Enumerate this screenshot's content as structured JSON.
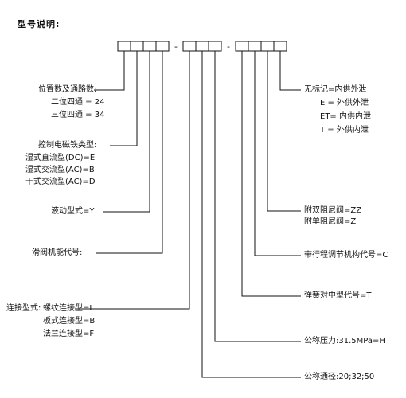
{
  "title": "型号说明:",
  "separators": [
    "-",
    "-"
  ],
  "left_items": {
    "position": {
      "header": "位置数及通路数:",
      "lines": [
        "二位四通 = 24",
        "三位四通 = 34"
      ]
    },
    "solenoid": {
      "header": "控制电磁铁类型:",
      "lines": [
        "湿式直流型(DC)=E",
        "湿式交流型(AC)=B",
        "干式交流型(AC)=D"
      ]
    },
    "hydraulic": {
      "label": "液动型式=Y"
    },
    "spool": {
      "label": "滑阀机能代号:"
    },
    "connection": {
      "header": "连接型式:",
      "lines": [
        "螺纹连接型=L",
        "板式连接型=B",
        "法兰连接型=F"
      ]
    }
  },
  "right_items": {
    "mark": {
      "lines": [
        "无标记=内供外泄",
        "E = 外供外泄",
        "ET= 内供内泄",
        "T = 外供内泄"
      ]
    },
    "damper": {
      "lines": [
        "附双阻尼阀=ZZ",
        "附单阻尼阀=Z"
      ]
    },
    "stroke": {
      "label": "带行程调节机构代号=C"
    },
    "spring": {
      "label": "弹簧对中型代号=T"
    },
    "pressure": {
      "label": "公称压力:31.5MPa=H"
    },
    "diameter": {
      "label": "公称通径:20;32;50"
    }
  }
}
